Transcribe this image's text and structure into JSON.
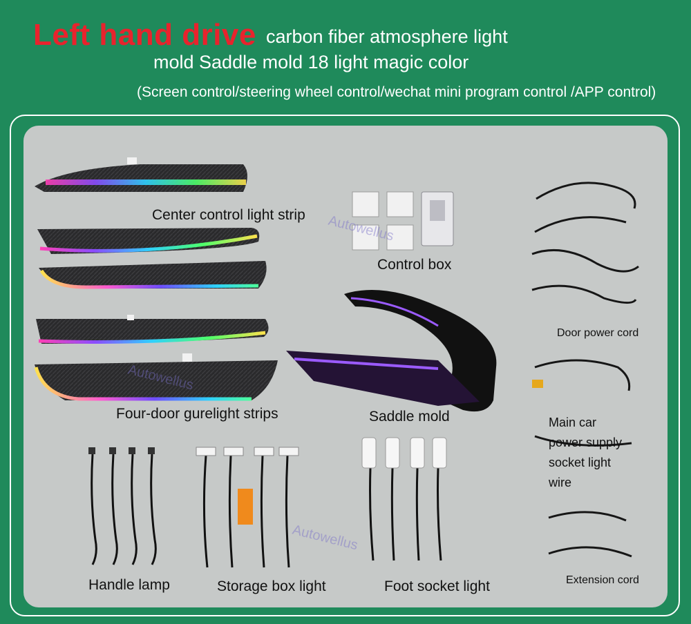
{
  "header": {
    "red_title": "Left hand drive",
    "line1": "carbon fiber atmosphere light",
    "line2": "mold Saddle mold 18 light magic color",
    "line3": "(Screen control/steering wheel control/wechat mini program control /APP control)"
  },
  "labels": {
    "center_strip": "Center control light strip",
    "control_box": "Control box",
    "door_power": "Door power cord",
    "four_door": "Four-door gurelight strips",
    "saddle": "Saddle mold",
    "main_car_1": "Main car",
    "main_car_2": "power supply",
    "main_car_3": "socket light",
    "main_car_4": "wire",
    "handle_lamp": "Handle lamp",
    "storage_box": "Storage box light",
    "foot_socket": "Foot socket light",
    "extension": "Extension cord"
  },
  "watermark": "Autowellus",
  "colors": {
    "background": "#1f8a5b",
    "panel": "#c6c9c8",
    "title_red": "#e8232d"
  }
}
